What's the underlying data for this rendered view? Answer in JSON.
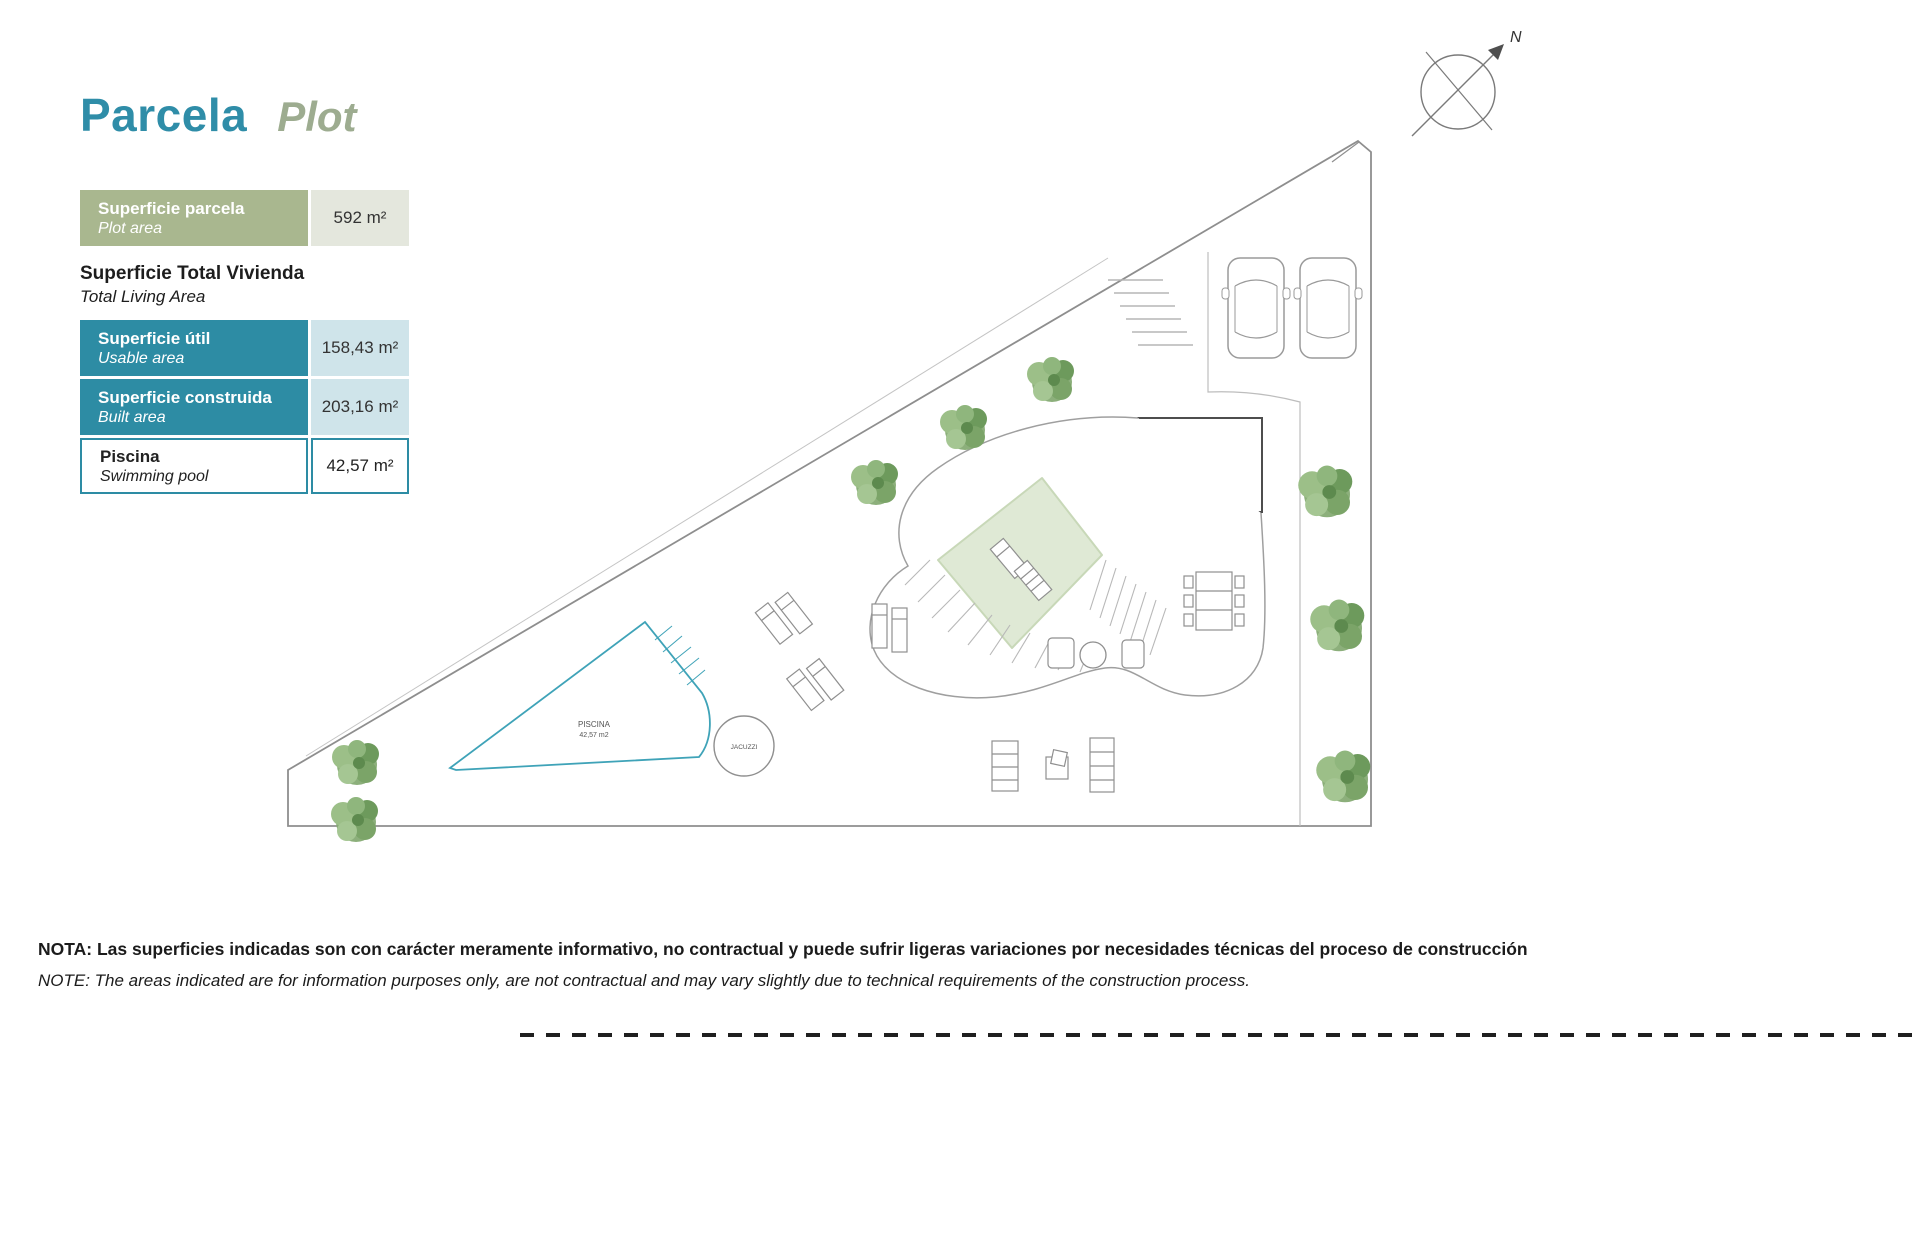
{
  "header": {
    "title_es": "Parcela",
    "title_en": "Plot"
  },
  "compass": {
    "north_label": "N"
  },
  "areas_table": {
    "plot": {
      "label_es": "Superficie parcela",
      "label_en": "Plot area",
      "value": "592 m²"
    },
    "living_heading": {
      "label_es": "Superficie Total Vivienda",
      "label_en": "Total Living Area"
    },
    "usable": {
      "label_es": "Superficie útil",
      "label_en": "Usable area",
      "value": "158,43 m²"
    },
    "built": {
      "label_es": "Superficie construida",
      "label_en": "Built area",
      "value": "203,16 m²"
    },
    "pool": {
      "label_es": "Piscina",
      "label_en": "Swimming pool",
      "value": "42,57 m²"
    }
  },
  "plan_labels": {
    "pool_name": "PISCINA",
    "pool_area": "42,57 m2",
    "jacuzzi": "JACUZZI"
  },
  "note": {
    "es": "NOTA: Las superficies indicadas son con carácter meramente informativo, no contractual y puede sufrir ligeras variaciones por necesidades técnicas del proceso de construcción",
    "en": "NOTE: The areas indicated are for information purposes only, are not contractual and may vary slightly due to technical requirements of the construction process."
  },
  "colors": {
    "teal_accent": "#2d8ca4",
    "green_label": "#a9b78f",
    "value_green_bg": "#e4e7dd",
    "value_blue_bg": "#cfe4ea",
    "pool_outline": "#3fa3b8",
    "lawn_fill": "#dfe9d5",
    "plan_line": "#8e8e8e"
  }
}
